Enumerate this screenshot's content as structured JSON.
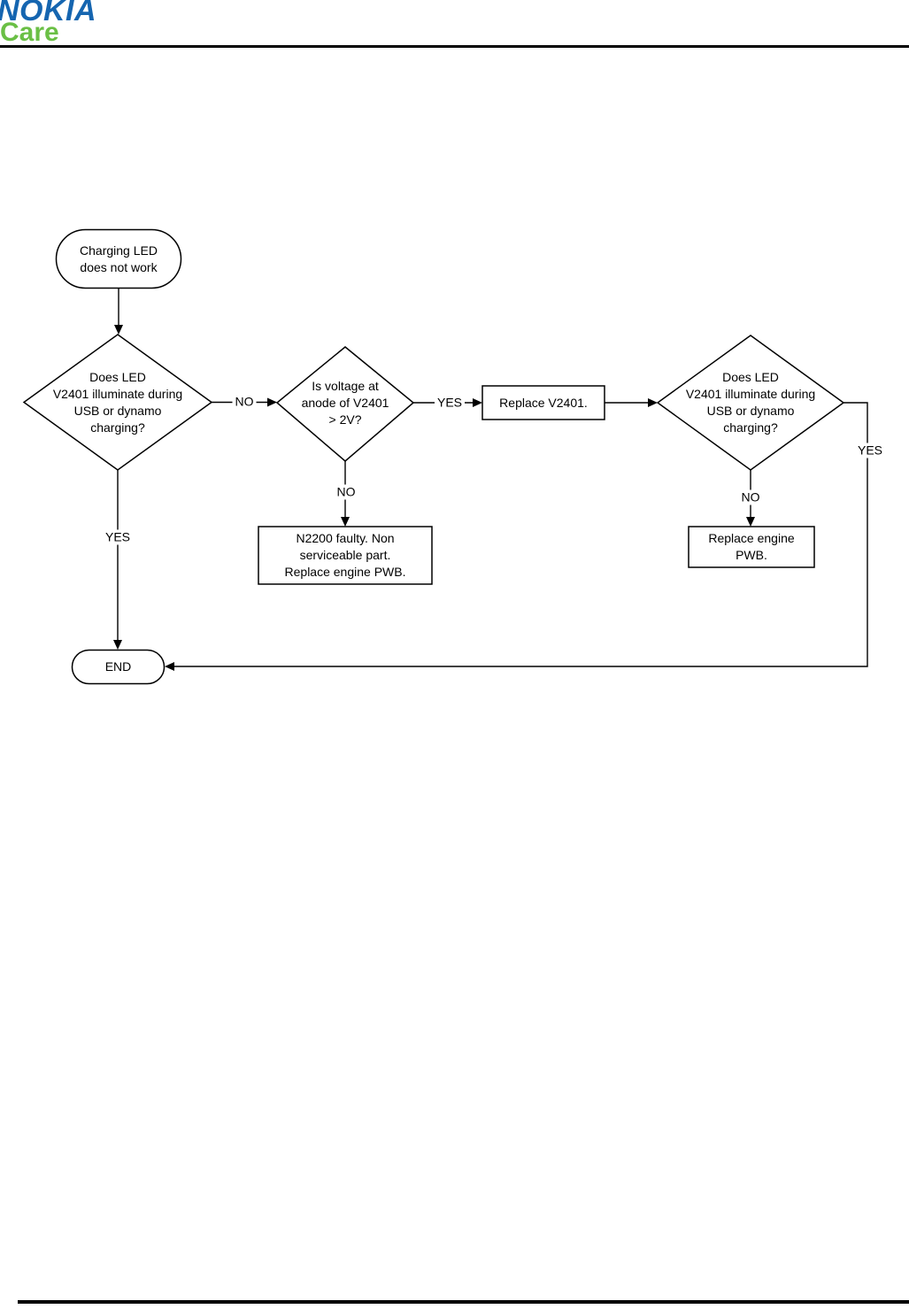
{
  "header": {
    "logo_primary": "NOKIA",
    "logo_secondary": "Care",
    "brand_blue": "#1565b0",
    "brand_green": "#6abf45",
    "rule_color": "#000000"
  },
  "flowchart": {
    "stroke_color": "#000000",
    "fill_color": "#ffffff",
    "nodes": {
      "start": {
        "type": "terminator",
        "label": "Charging LED\ndoes not work"
      },
      "decision1": {
        "type": "decision",
        "label": "Does LED\nV2401 illuminate during\nUSB or dynamo\ncharging?"
      },
      "decision2": {
        "type": "decision",
        "label": "Is voltage at\nanode of V2401\n> 2V?"
      },
      "process_replace_v2401": {
        "type": "process",
        "label": "Replace V2401."
      },
      "decision3": {
        "type": "decision",
        "label": "Does LED\nV2401 illuminate during\nUSB or dynamo\ncharging?"
      },
      "process_n2200": {
        "type": "process",
        "label": "N2200 faulty. Non\nserviceable part.\nReplace engine PWB."
      },
      "process_replace_pwb": {
        "type": "process",
        "label": "Replace engine\nPWB."
      },
      "end": {
        "type": "terminator",
        "label": "END"
      }
    },
    "edge_labels": {
      "d1_no": "NO",
      "d2_yes": "YES",
      "d2_no": "NO",
      "d3_no": "NO",
      "d1_yes": "YES",
      "d3_yes": "YES"
    }
  }
}
